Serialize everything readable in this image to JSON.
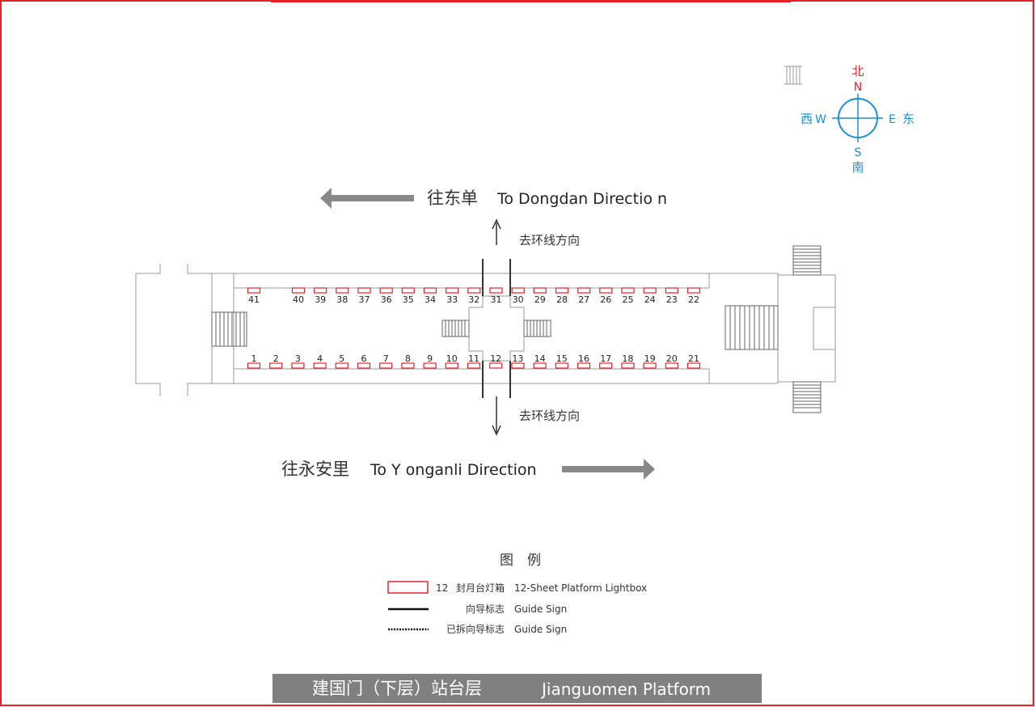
{
  "compass": {
    "north_cn": "北",
    "north_en": "N",
    "south_en": "S",
    "south_cn": "南",
    "west_cn": "西",
    "west_en": "W",
    "east_en": "E",
    "east_cn": "东",
    "north_color": "#e8202a",
    "compass_color": "#1a8fd6"
  },
  "directions": {
    "top_cn": "往东单",
    "top_en": "To Dongdan Directio n",
    "bottom_cn": "往永安里",
    "bottom_en": "To Y onganli Direction",
    "loop_label": "去环线方向"
  },
  "lightboxes": {
    "top_row": [
      "41",
      "40",
      "39",
      "38",
      "37",
      "36",
      "35",
      "34",
      "33",
      "32",
      "31",
      "30",
      "29",
      "28",
      "27",
      "26",
      "25",
      "24",
      "23",
      "22"
    ],
    "bottom_row": [
      "1",
      "2",
      "3",
      "4",
      "5",
      "6",
      "7",
      "8",
      "9",
      "10",
      "11",
      "12",
      "13",
      "14",
      "15",
      "16",
      "17",
      "18",
      "19",
      "20",
      "21"
    ],
    "color": "#e8202a"
  },
  "legend": {
    "title": "图　例",
    "items": [
      {
        "num": "12",
        "cn": "封月台灯箱",
        "en": "12-Sheet Platform Lightbox"
      },
      {
        "num": "",
        "cn": "向导标志",
        "en": "Guide Sign"
      },
      {
        "num": "",
        "cn": "已拆向导标志",
        "en": "Guide Sign"
      }
    ]
  },
  "footer": {
    "cn": "建国门（下层）站台层",
    "en": "Jianguomen Platform",
    "bg": "#808080"
  }
}
